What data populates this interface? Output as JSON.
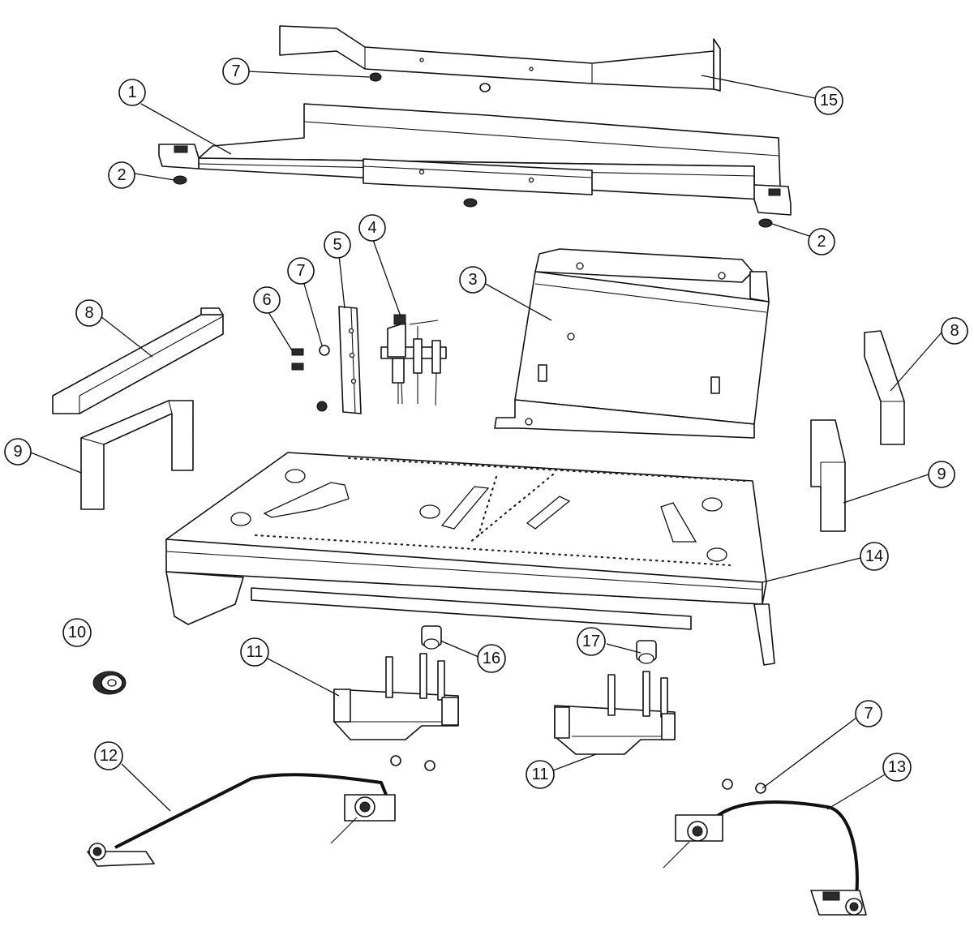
{
  "callouts": [
    {
      "label": "1"
    },
    {
      "label": "2"
    },
    {
      "label": "2"
    },
    {
      "label": "3"
    },
    {
      "label": "4"
    },
    {
      "label": "5"
    },
    {
      "label": "6"
    },
    {
      "label": "7"
    },
    {
      "label": "7"
    },
    {
      "label": "7"
    },
    {
      "label": "8"
    },
    {
      "label": "8"
    },
    {
      "label": "9"
    },
    {
      "label": "9"
    },
    {
      "label": "10"
    },
    {
      "label": "11"
    },
    {
      "label": "11"
    },
    {
      "label": "12"
    },
    {
      "label": "13"
    },
    {
      "label": "14"
    },
    {
      "label": "15"
    },
    {
      "label": "16"
    },
    {
      "label": "17"
    }
  ]
}
